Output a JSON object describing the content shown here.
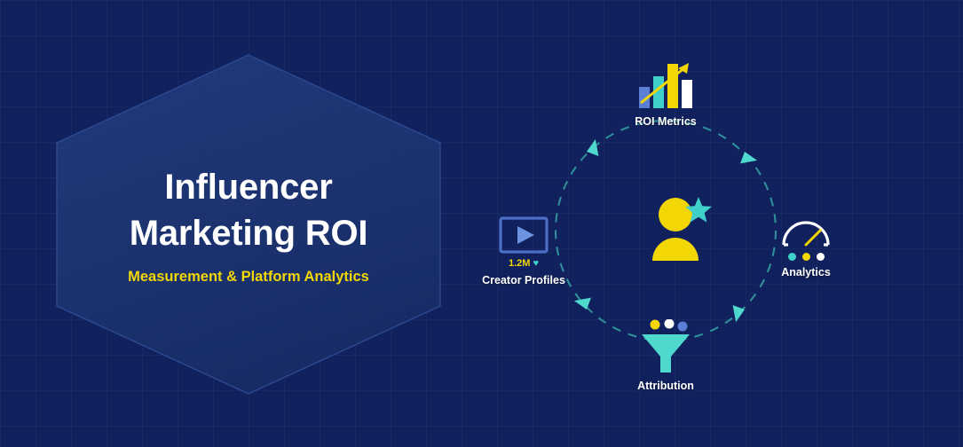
{
  "background": {
    "color": "#10215e",
    "grid_color": "rgba(255,255,255,0.03)"
  },
  "hero": {
    "title_line1": "Influencer",
    "title_line2": "Marketing ROI",
    "subtitle": "Measurement & Platform Analytics",
    "title_color": "#ffffff",
    "subtitle_color": "#f2d705",
    "shape": "hexagon",
    "shape_fill": "#1b3574"
  },
  "diagram": {
    "center": {
      "icon": "person-star-icon",
      "person_color": "#f2d705",
      "star_color": "#3fd0c9"
    },
    "ring": {
      "style": "dashed-circle",
      "color": "#2c8d99",
      "marker_color": "#4fd8cd",
      "marker_count": 4
    },
    "nodes": [
      {
        "id": "roi-metrics",
        "label": "ROI Metrics",
        "icon": "bar-chart-growth-icon",
        "position": "top",
        "bars": [
          {
            "color": "#5b7fd4",
            "height": 26
          },
          {
            "color": "#3fd0c9",
            "height": 38
          },
          {
            "color": "#f2d705",
            "height": 50
          },
          {
            "color": "#ffffff",
            "height": 32
          }
        ],
        "arrow_color": "#f2d705"
      },
      {
        "id": "creator-profiles",
        "label": "Creator Profiles",
        "icon": "video-play-icon",
        "position": "left",
        "frame_color": "#4a6fc4",
        "play_color": "#6d93e0",
        "stat_value": "1.2M",
        "stat_icon": "heart-icon",
        "stat_color": "#f2d705",
        "heart_color": "#3fd0c9"
      },
      {
        "id": "analytics",
        "label": "Analytics",
        "icon": "gauge-meter-icon",
        "position": "right",
        "arc_color": "#ffffff",
        "needle_color": "#f2d705",
        "dots": [
          "#3fd0c9",
          "#f2d705",
          "#ffffff"
        ]
      },
      {
        "id": "attribution",
        "label": "Attribution",
        "icon": "funnel-icon",
        "position": "bottom",
        "funnel_color": "#4fd8cd",
        "dots": [
          "#f2d705",
          "#ffffff",
          "#5b7fd4"
        ]
      }
    ]
  }
}
